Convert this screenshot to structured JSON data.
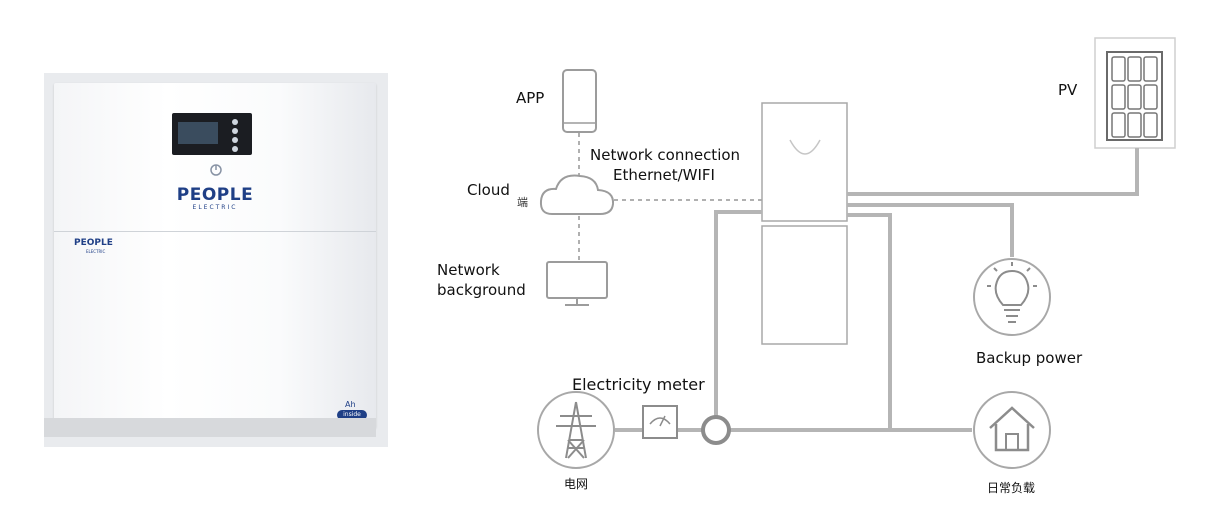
{
  "product": {
    "brand_name": "PEOPLE",
    "brand_sub": "ELECTRIC",
    "brand_small": "PEOPLE",
    "brand_small_sub": "ELECTRIC",
    "badge_ah": "Ah",
    "badge_inside": "inside"
  },
  "diagram": {
    "app_label": "APP",
    "cloud_label": "Cloud",
    "cloud_cjk": "端",
    "network_connection_line1": "Network connection",
    "network_connection_line2": "Ethernet/WIFI",
    "network_background_line1": "Network",
    "network_background_line2": "background",
    "pv_label": "PV",
    "backup_power_label": "Backup power",
    "electricity_meter_label": "Electricity meter",
    "grid_label": "电网",
    "daily_load_label": "日常负载"
  },
  "colors": {
    "line_gray": "#b5b5b5",
    "dashed_gray": "#b0b0b0",
    "brand_blue": "#1f3f86"
  }
}
